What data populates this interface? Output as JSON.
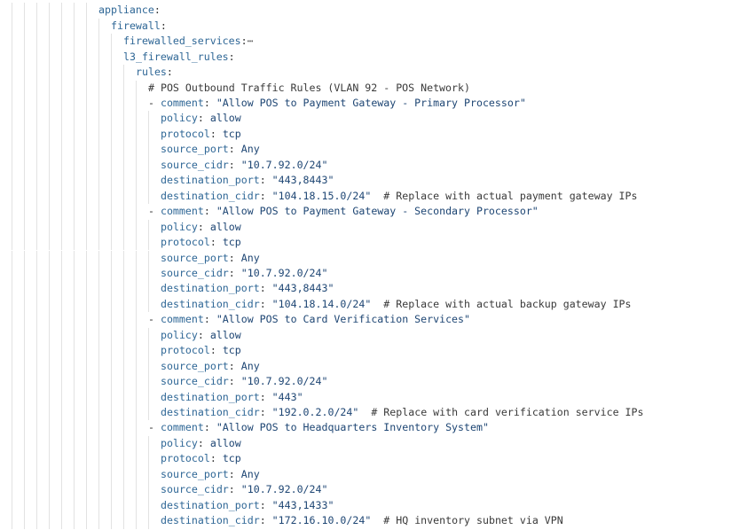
{
  "editor": {
    "colors": {
      "key": "#2f6796",
      "value": "#1d4573",
      "comment": "#3a3a3a",
      "guide": "#e2e2e2"
    },
    "fold_icon": "ellipsis-icon",
    "lines": [
      {
        "indent": 0,
        "parts": [
          {
            "t": "appliance",
            "k": "k"
          },
          {
            "t": ":",
            "k": "p"
          }
        ]
      },
      {
        "indent": 1,
        "parts": [
          {
            "t": "firewall",
            "k": "k"
          },
          {
            "t": ":",
            "k": "p"
          }
        ]
      },
      {
        "indent": 2,
        "folded": true,
        "parts": [
          {
            "t": "firewalled_services",
            "k": "k"
          },
          {
            "t": ":",
            "k": "p"
          },
          {
            "t": "⋯",
            "k": "f"
          }
        ]
      },
      {
        "indent": 2,
        "parts": [
          {
            "t": "l3_firewall_rules",
            "k": "k"
          },
          {
            "t": ":",
            "k": "p"
          }
        ]
      },
      {
        "indent": 3,
        "parts": [
          {
            "t": "rules",
            "k": "k"
          },
          {
            "t": ":",
            "k": "p"
          }
        ]
      },
      {
        "indent": 4,
        "parts": [
          {
            "t": "# POS Outbound Traffic Rules (VLAN 92 - POS Network)",
            "k": "c"
          }
        ]
      },
      {
        "indent": 4,
        "parts": [
          {
            "t": "- ",
            "k": "p"
          },
          {
            "t": "comment",
            "k": "k"
          },
          {
            "t": ": ",
            "k": "p"
          },
          {
            "t": "\"Allow POS to Payment Gateway - Primary Processor\"",
            "k": "s"
          }
        ]
      },
      {
        "indent": 5,
        "parts": [
          {
            "t": "policy",
            "k": "k"
          },
          {
            "t": ": ",
            "k": "p"
          },
          {
            "t": "allow",
            "k": "v"
          }
        ]
      },
      {
        "indent": 5,
        "parts": [
          {
            "t": "protocol",
            "k": "k"
          },
          {
            "t": ": ",
            "k": "p"
          },
          {
            "t": "tcp",
            "k": "v"
          }
        ]
      },
      {
        "indent": 5,
        "parts": [
          {
            "t": "source_port",
            "k": "k"
          },
          {
            "t": ": ",
            "k": "p"
          },
          {
            "t": "Any",
            "k": "v"
          }
        ]
      },
      {
        "indent": 5,
        "parts": [
          {
            "t": "source_cidr",
            "k": "k"
          },
          {
            "t": ": ",
            "k": "p"
          },
          {
            "t": "\"10.7.92.0/24\"",
            "k": "s"
          }
        ]
      },
      {
        "indent": 5,
        "parts": [
          {
            "t": "destination_port",
            "k": "k"
          },
          {
            "t": ": ",
            "k": "p"
          },
          {
            "t": "\"443,8443\"",
            "k": "s"
          }
        ]
      },
      {
        "indent": 5,
        "parts": [
          {
            "t": "destination_cidr",
            "k": "k"
          },
          {
            "t": ": ",
            "k": "p"
          },
          {
            "t": "\"104.18.15.0/24\"",
            "k": "s"
          },
          {
            "t": "  # Replace with actual payment gateway IPs",
            "k": "c"
          }
        ]
      },
      {
        "indent": 4,
        "parts": [
          {
            "t": "- ",
            "k": "p"
          },
          {
            "t": "comment",
            "k": "k"
          },
          {
            "t": ": ",
            "k": "p"
          },
          {
            "t": "\"Allow POS to Payment Gateway - Secondary Processor\"",
            "k": "s"
          }
        ]
      },
      {
        "indent": 5,
        "parts": [
          {
            "t": "policy",
            "k": "k"
          },
          {
            "t": ": ",
            "k": "p"
          },
          {
            "t": "allow",
            "k": "v"
          }
        ]
      },
      {
        "indent": 5,
        "parts": [
          {
            "t": "protocol",
            "k": "k"
          },
          {
            "t": ": ",
            "k": "p"
          },
          {
            "t": "tcp",
            "k": "v"
          }
        ]
      },
      {
        "indent": 5,
        "parts": [
          {
            "t": "source_port",
            "k": "k"
          },
          {
            "t": ": ",
            "k": "p"
          },
          {
            "t": "Any",
            "k": "v"
          }
        ]
      },
      {
        "indent": 5,
        "parts": [
          {
            "t": "source_cidr",
            "k": "k"
          },
          {
            "t": ": ",
            "k": "p"
          },
          {
            "t": "\"10.7.92.0/24\"",
            "k": "s"
          }
        ]
      },
      {
        "indent": 5,
        "parts": [
          {
            "t": "destination_port",
            "k": "k"
          },
          {
            "t": ": ",
            "k": "p"
          },
          {
            "t": "\"443,8443\"",
            "k": "s"
          }
        ]
      },
      {
        "indent": 5,
        "parts": [
          {
            "t": "destination_cidr",
            "k": "k"
          },
          {
            "t": ": ",
            "k": "p"
          },
          {
            "t": "\"104.18.14.0/24\"",
            "k": "s"
          },
          {
            "t": "  # Replace with actual backup gateway IPs",
            "k": "c"
          }
        ]
      },
      {
        "indent": 4,
        "parts": [
          {
            "t": "- ",
            "k": "p"
          },
          {
            "t": "comment",
            "k": "k"
          },
          {
            "t": ": ",
            "k": "p"
          },
          {
            "t": "\"Allow POS to Card Verification Services\"",
            "k": "s"
          }
        ]
      },
      {
        "indent": 5,
        "parts": [
          {
            "t": "policy",
            "k": "k"
          },
          {
            "t": ": ",
            "k": "p"
          },
          {
            "t": "allow",
            "k": "v"
          }
        ]
      },
      {
        "indent": 5,
        "parts": [
          {
            "t": "protocol",
            "k": "k"
          },
          {
            "t": ": ",
            "k": "p"
          },
          {
            "t": "tcp",
            "k": "v"
          }
        ]
      },
      {
        "indent": 5,
        "parts": [
          {
            "t": "source_port",
            "k": "k"
          },
          {
            "t": ": ",
            "k": "p"
          },
          {
            "t": "Any",
            "k": "v"
          }
        ]
      },
      {
        "indent": 5,
        "parts": [
          {
            "t": "source_cidr",
            "k": "k"
          },
          {
            "t": ": ",
            "k": "p"
          },
          {
            "t": "\"10.7.92.0/24\"",
            "k": "s"
          }
        ]
      },
      {
        "indent": 5,
        "parts": [
          {
            "t": "destination_port",
            "k": "k"
          },
          {
            "t": ": ",
            "k": "p"
          },
          {
            "t": "\"443\"",
            "k": "s"
          }
        ]
      },
      {
        "indent": 5,
        "parts": [
          {
            "t": "destination_cidr",
            "k": "k"
          },
          {
            "t": ": ",
            "k": "p"
          },
          {
            "t": "\"192.0.2.0/24\"",
            "k": "s"
          },
          {
            "t": "  # Replace with card verification service IPs",
            "k": "c"
          }
        ]
      },
      {
        "indent": 4,
        "parts": [
          {
            "t": "- ",
            "k": "p"
          },
          {
            "t": "comment",
            "k": "k"
          },
          {
            "t": ": ",
            "k": "p"
          },
          {
            "t": "\"Allow POS to Headquarters Inventory System\"",
            "k": "s"
          }
        ]
      },
      {
        "indent": 5,
        "parts": [
          {
            "t": "policy",
            "k": "k"
          },
          {
            "t": ": ",
            "k": "p"
          },
          {
            "t": "allow",
            "k": "v"
          }
        ]
      },
      {
        "indent": 5,
        "parts": [
          {
            "t": "protocol",
            "k": "k"
          },
          {
            "t": ": ",
            "k": "p"
          },
          {
            "t": "tcp",
            "k": "v"
          }
        ]
      },
      {
        "indent": 5,
        "parts": [
          {
            "t": "source_port",
            "k": "k"
          },
          {
            "t": ": ",
            "k": "p"
          },
          {
            "t": "Any",
            "k": "v"
          }
        ]
      },
      {
        "indent": 5,
        "parts": [
          {
            "t": "source_cidr",
            "k": "k"
          },
          {
            "t": ": ",
            "k": "p"
          },
          {
            "t": "\"10.7.92.0/24\"",
            "k": "s"
          }
        ]
      },
      {
        "indent": 5,
        "parts": [
          {
            "t": "destination_port",
            "k": "k"
          },
          {
            "t": ": ",
            "k": "p"
          },
          {
            "t": "\"443,1433\"",
            "k": "s"
          }
        ]
      },
      {
        "indent": 5,
        "parts": [
          {
            "t": "destination_cidr",
            "k": "k"
          },
          {
            "t": ": ",
            "k": "p"
          },
          {
            "t": "\"172.16.10.0/24\"",
            "k": "s"
          },
          {
            "t": "  # HQ inventory subnet via VPN",
            "k": "c"
          }
        ]
      }
    ]
  }
}
